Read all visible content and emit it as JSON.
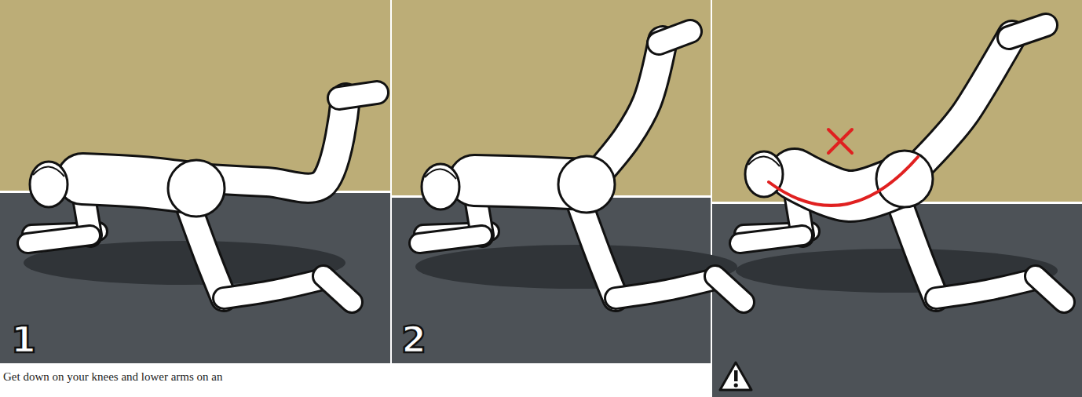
{
  "diagram": {
    "caption": "Get down on your knees and lower arms on an",
    "labels": [
      "1",
      "2"
    ]
  }
}
